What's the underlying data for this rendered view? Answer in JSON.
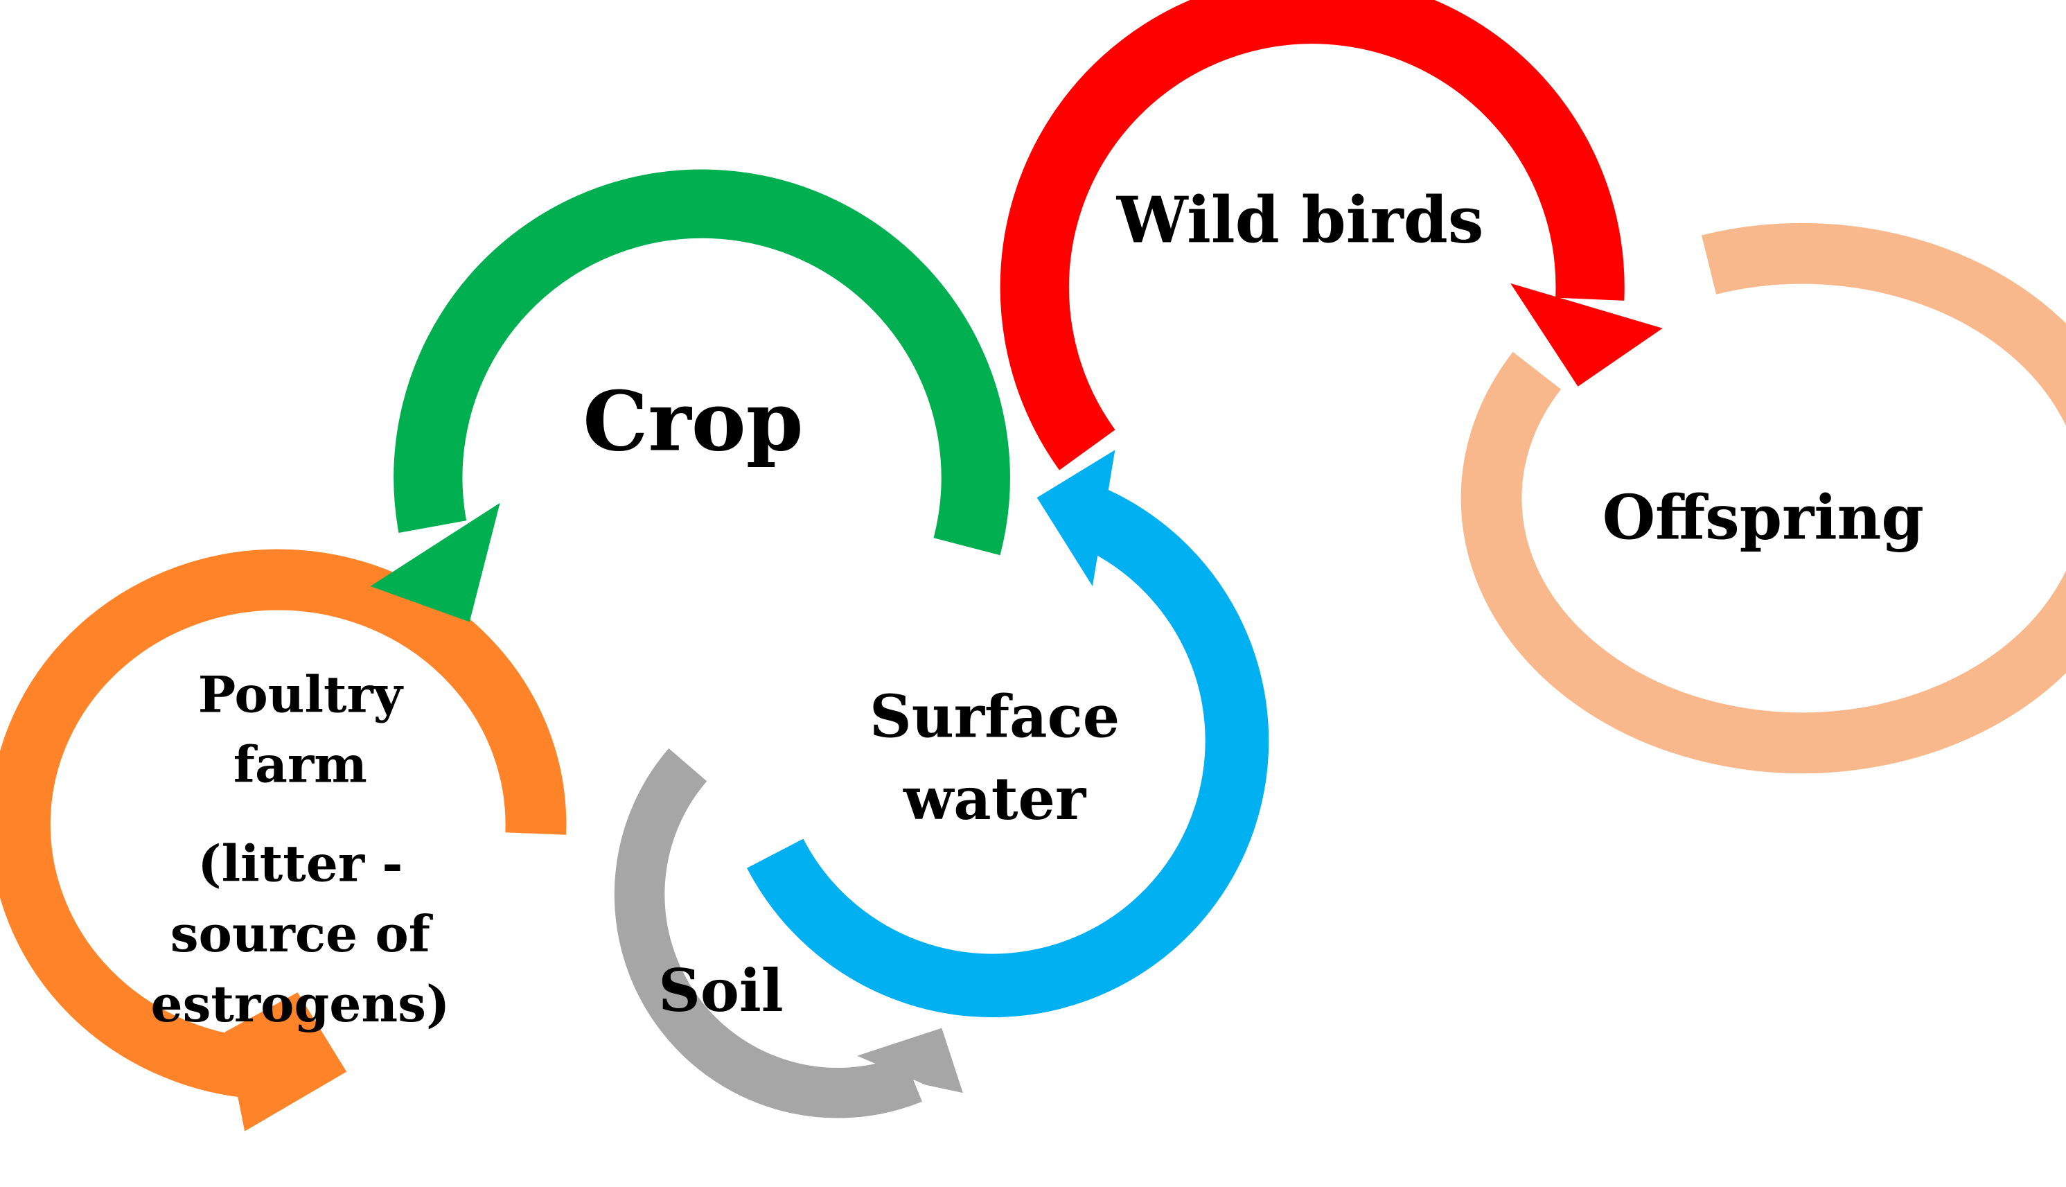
{
  "diagram": {
    "nodes": [
      {
        "id": "crop",
        "label": "Crop",
        "color": "#00B050"
      },
      {
        "id": "wild_birds",
        "label": "Wild birds",
        "color": "#FF0000"
      },
      {
        "id": "offspring",
        "label": "Offspring",
        "color": "#F8B88B"
      },
      {
        "id": "poultry_farm",
        "label_lines": [
          "Poultry",
          "farm",
          "(litter -",
          "source of",
          "estrogens)"
        ],
        "color": "#FF8429"
      },
      {
        "id": "soil",
        "label": "Soil",
        "color": "#A6A6A6"
      },
      {
        "id": "surface_water",
        "label_lines": [
          "Surface",
          "water"
        ],
        "color": "#00B0F0"
      }
    ]
  }
}
